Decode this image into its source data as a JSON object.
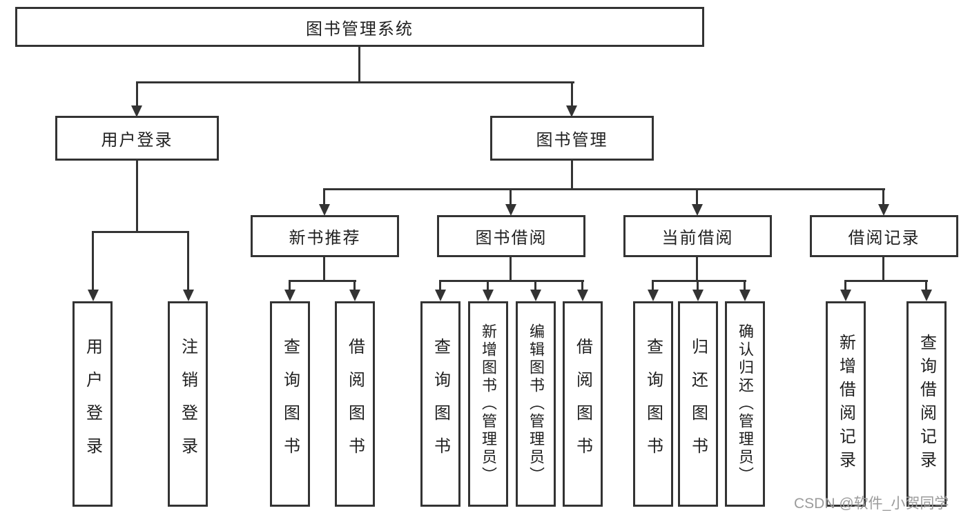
{
  "diagram": {
    "title": "图书管理系统",
    "root": {
      "label": "图书管理系统"
    },
    "branches": [
      {
        "label": "用户登录",
        "children": [
          {
            "label": "用户登录"
          },
          {
            "label": "注销登录"
          }
        ]
      },
      {
        "label": "图书管理",
        "children": [
          {
            "label": "新书推荐",
            "children": [
              {
                "label": "查询图书"
              },
              {
                "label": "借阅图书"
              }
            ]
          },
          {
            "label": "图书借阅",
            "children": [
              {
                "label": "查询图书"
              },
              {
                "label": "新增图书（管理员）"
              },
              {
                "label": "编辑图书（管理员）"
              },
              {
                "label": "借阅图书"
              }
            ]
          },
          {
            "label": "当前借阅",
            "children": [
              {
                "label": "查询图书"
              },
              {
                "label": "归还图书"
              },
              {
                "label": "确认归还（管理员）"
              }
            ]
          },
          {
            "label": "借阅记录",
            "children": [
              {
                "label": "新增借阅记录"
              },
              {
                "label": "查询借阅记录"
              }
            ]
          }
        ]
      }
    ]
  },
  "watermark": {
    "text": "CSDN @软件_小贺同学",
    "color": "#9b9b9b"
  },
  "colors": {
    "line": "#333333",
    "text": "#1f1f1f",
    "background": "#ffffff",
    "watermark": "#9b9b9b"
  }
}
